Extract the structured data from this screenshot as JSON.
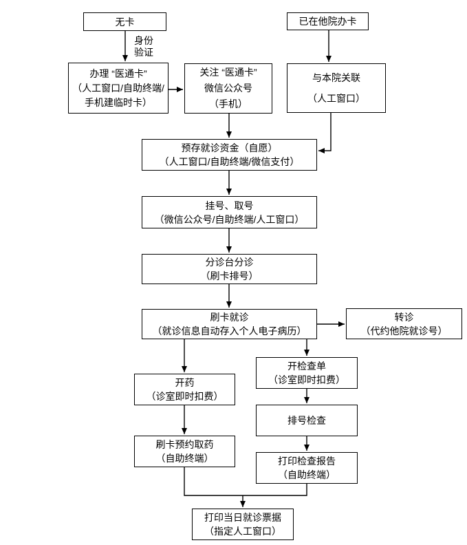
{
  "diagram": {
    "colors": {
      "background": "#ffffff",
      "line": "#000000",
      "text": "#000000"
    },
    "nodes": {
      "no_card": {
        "lines": [
          "无卡"
        ]
      },
      "other_hospital_card": {
        "lines": [
          "已在他院办卡"
        ]
      },
      "create_card": {
        "lines": [
          "办理 “医通卡”",
          "（人工窗口/自助终端/",
          "手机建临时卡）"
        ]
      },
      "follow_wechat": {
        "lines": [
          "关注 “医通卡”",
          "微信公众号",
          "（手机）"
        ]
      },
      "link_hospital": {
        "lines": [
          "与本院关联",
          "（人工窗口）"
        ]
      },
      "deposit": {
        "lines": [
          "预存就诊资金（自愿）",
          "（人工窗口/自助终端/微信支付）"
        ]
      },
      "register": {
        "lines": [
          "挂号、取号",
          "（微信公众号/自助终端/人工窗口）"
        ]
      },
      "triage": {
        "lines": [
          "分诊台分诊",
          "（刷卡排号）"
        ]
      },
      "swipe_visit": {
        "lines": [
          "刷卡就诊",
          "（就诊信息自动存入个人电子病历）"
        ]
      },
      "referral": {
        "lines": [
          "转诊",
          "（代约他院就诊号）"
        ]
      },
      "prescribe": {
        "lines": [
          "开药",
          "（诊室即时扣费）"
        ]
      },
      "exam_order": {
        "lines": [
          "开检查单",
          "（诊室即时扣费）"
        ]
      },
      "queue_exam": {
        "lines": [
          "排号检查"
        ]
      },
      "pickup_med": {
        "lines": [
          "刷卡预约取药",
          "（自助终端）"
        ]
      },
      "print_report": {
        "lines": [
          "打印检查报告",
          "（自助终端）"
        ]
      },
      "print_receipt": {
        "lines": [
          "打印当日就诊票据",
          "（指定人工窗口）"
        ]
      }
    },
    "edge_labels": {
      "identity_verify": {
        "lines": [
          "身份",
          "验证"
        ]
      }
    }
  }
}
